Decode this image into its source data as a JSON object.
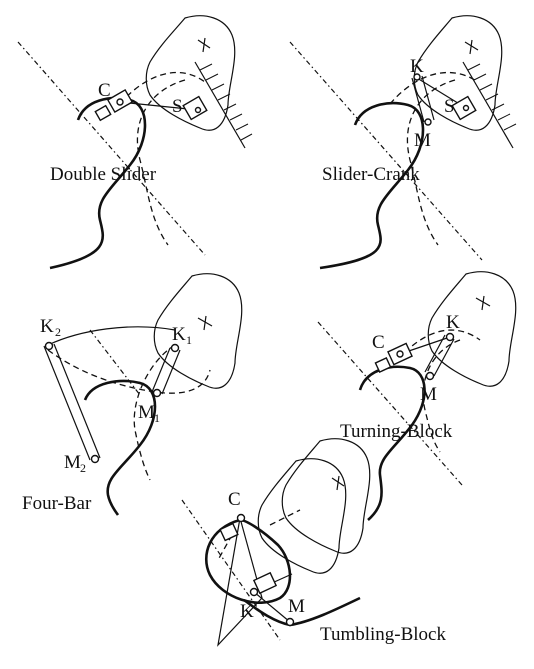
{
  "panels": {
    "double_slider": {
      "caption": "Double Slider",
      "joint_c": "C",
      "joint_s": "S"
    },
    "slider_crank": {
      "caption": "Slider-Crank",
      "joint_k": "K",
      "joint_s": "S",
      "joint_m": "M"
    },
    "four_bar": {
      "caption": "Four-Bar",
      "joint_k2": "K",
      "joint_k2_sub": "2",
      "joint_k1": "K",
      "joint_k1_sub": "1",
      "joint_m1": "M",
      "joint_m1_sub": "1",
      "joint_m2": "M",
      "joint_m2_sub": "2"
    },
    "turning_block": {
      "caption": "Turning-Block",
      "joint_c": "C",
      "joint_k": "K",
      "joint_m": "M"
    },
    "tumbling_block": {
      "caption": "Tumbling-Block",
      "joint_c": "C",
      "joint_k": "K",
      "joint_m": "M"
    }
  }
}
